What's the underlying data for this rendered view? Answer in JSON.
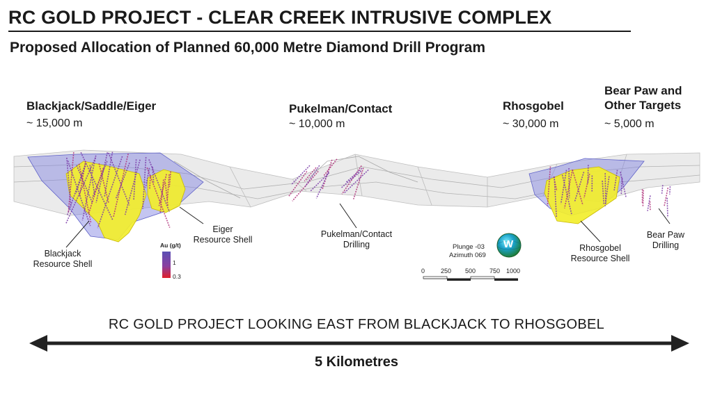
{
  "header": {
    "title": "RC GOLD PROJECT  -  CLEAR CREEK INTRUSIVE COMPLEX",
    "subtitle": "Proposed Allocation of Planned 60,000 Metre Diamond Drill Program"
  },
  "areas": [
    {
      "name": "Blackjack/Saddle/Eiger",
      "length": "~ 15,000 m"
    },
    {
      "name": "Pukelman/Contact",
      "length": "~ 10,000 m"
    },
    {
      "name": "Rhosgobel",
      "length": "~ 30,000 m"
    },
    {
      "name_line1": "Bear Paw and",
      "name_line2": "Other Targets",
      "length": "~ 5,000 m"
    }
  ],
  "labels": {
    "blackjack_l1": "Blackjack",
    "blackjack_l2": "Resource Shell",
    "eiger_l1": "Eiger",
    "eiger_l2": "Resource Shell",
    "pukelman_l1": "Pukelman/Contact",
    "pukelman_l2": "Drilling",
    "rhosgobel_l1": "Rhosgobel",
    "rhosgobel_l2": "Resource Shell",
    "bearpaw_l1": "Bear Paw",
    "bearpaw_l2": "Drilling"
  },
  "legend": {
    "title": "Au (g/t)",
    "high": "1",
    "low": "0.3",
    "high_color": "#5b4fb5",
    "low_color": "#e0202a"
  },
  "orientation": {
    "plunge": "Plunge -03",
    "azimuth": "Azimuth 069",
    "compass_letter": "W"
  },
  "scale_bar": {
    "ticks": [
      "0",
      "250",
      "500",
      "750",
      "1000"
    ]
  },
  "footer": {
    "view_title": "RC GOLD PROJECT LOOKING EAST FROM BLACKJACK TO RHOSGOBEL",
    "distance": "5 Kilometres"
  },
  "colors": {
    "shell": "#f2ee2c",
    "topo": "#c9c9c9",
    "blue_shell": "#7d7fe0",
    "drill": "#b0307a"
  }
}
